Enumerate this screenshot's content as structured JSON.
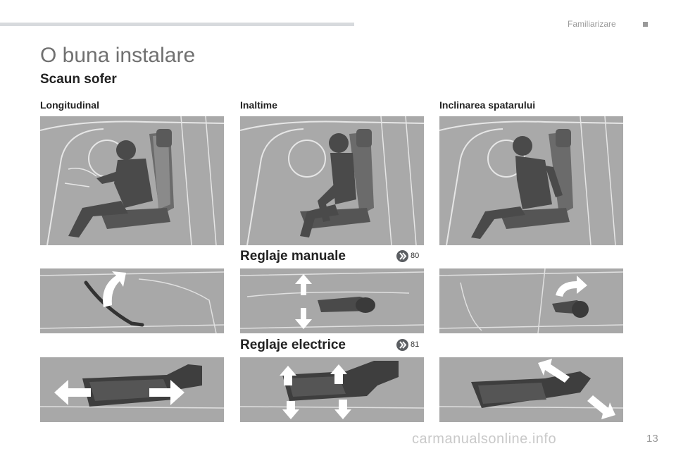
{
  "header": {
    "section": "Familiarizare",
    "title": "O buna instalare",
    "subtitle": "Scaun sofer"
  },
  "columns": [
    {
      "heading": "Longitudinal"
    },
    {
      "heading": "Inaltime"
    },
    {
      "heading": "Inclinarea spatarului"
    }
  ],
  "manual": {
    "label": "Reglaje manuale",
    "page_ref": "80"
  },
  "electric": {
    "label": "Reglaje electrice",
    "page_ref": "81"
  },
  "page_number": "13",
  "watermark": "carmanualsonline.info",
  "colors": {
    "panel_bg": "#a8a8a8",
    "line_art": "#e6e6e6",
    "figure": "#4a4a4a",
    "arrow": "#ffffff",
    "ref_icon": "#5b5e62"
  }
}
